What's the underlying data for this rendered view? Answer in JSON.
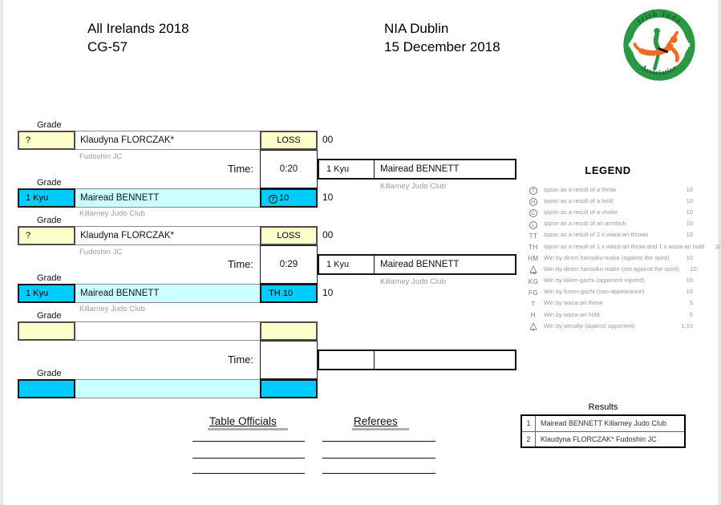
{
  "header": {
    "title_line1": "All Irelands 2018",
    "title_line2": "CG-57",
    "venue": "NIA Dublin",
    "date": "15 December 2018",
    "logo": {
      "top_text": "Irish Judo",
      "bottom_text": "Association"
    }
  },
  "labels": {
    "grade": "Grade",
    "time": "Time:"
  },
  "matches": [
    {
      "top": {
        "grade": "?",
        "name": "Klaudyna FLORCZAK*",
        "club": "Fudoshin JC",
        "result": {
          "symbol": "",
          "symbol_style": "none",
          "text": "LOSS"
        },
        "score": "00"
      },
      "time": "0:20",
      "winner": {
        "grade": "1 Kyu",
        "name": "Mairead BENNETT",
        "club": "Killarney Judo Club"
      },
      "bottom": {
        "grade": "1 Kyu",
        "name": "Mairead BENNETT",
        "club": "Killarney Judo Club",
        "result": {
          "symbol": "T",
          "symbol_style": "circle",
          "text": "10"
        },
        "score": "10"
      }
    },
    {
      "top": {
        "grade": "?",
        "name": "Klaudyna FLORCZAK*",
        "club": "Fudoshin JC",
        "result": {
          "symbol": "",
          "symbol_style": "none",
          "text": "LOSS"
        },
        "score": "00"
      },
      "time": "0:29",
      "winner": {
        "grade": "1 Kyu",
        "name": "Mairead BENNETT",
        "club": "Killarney Judo Club"
      },
      "bottom": {
        "grade": "1 Kyu",
        "name": "Mairead BENNETT",
        "club": "Killarney Judo Club",
        "result": {
          "symbol": "TH",
          "symbol_style": "plain",
          "text": "10"
        },
        "score": "10"
      }
    },
    {
      "top": {
        "grade": "",
        "name": "",
        "club": "",
        "result": {
          "symbol": "",
          "symbol_style": "none",
          "text": ""
        },
        "score": ""
      },
      "time": "",
      "winner": {
        "grade": "",
        "name": "",
        "club": ""
      },
      "bottom": {
        "grade": "",
        "name": "",
        "club": "",
        "result": {
          "symbol": "",
          "symbol_style": "none",
          "text": ""
        },
        "score": ""
      }
    }
  ],
  "legend": {
    "title": "LEGEND",
    "rows": [
      {
        "symbol": "T",
        "symbol_type": "circle",
        "description": "Ippon as a result of a throw",
        "points": "10"
      },
      {
        "symbol": "H",
        "symbol_type": "circle",
        "description": "Ippon as a result of a hold",
        "points": "10"
      },
      {
        "symbol": "C",
        "symbol_type": "circle",
        "description": "Ippon as a result of a choke",
        "points": "10"
      },
      {
        "symbol": "L",
        "symbol_type": "circle",
        "description": "Ippon as a result of an armlock",
        "points": "10"
      },
      {
        "symbol": "TT",
        "symbol_type": "text",
        "description": "Ippon as a result of 2 x waza-ari throws",
        "points": "10"
      },
      {
        "symbol": "TH",
        "symbol_type": "text",
        "description": "Ippon as a result of 1 x waza-ari throw and 1 x waza-ari hold",
        "points": "10"
      },
      {
        "symbol": "HM",
        "symbol_type": "text",
        "description": "Win by direct hansoku-make (against the spirit)",
        "points": "10"
      },
      {
        "symbol": "HM",
        "symbol_type": "triangle",
        "description": "Win by direct hansoku-make (not against the spirit)",
        "points": "10"
      },
      {
        "symbol": "KG",
        "symbol_type": "text",
        "description": "Win by kiken-gachi (opponent injured)",
        "points": "10"
      },
      {
        "symbol": "FG",
        "symbol_type": "text",
        "description": "Win by fusen-gachi (non-appearance)",
        "points": "10"
      },
      {
        "symbol": "T",
        "symbol_type": "text",
        "description": "Win by waza-ari throw",
        "points": "5"
      },
      {
        "symbol": "H",
        "symbol_type": "text",
        "description": "Win by waza-ari hold",
        "points": "5"
      },
      {
        "symbol": "P",
        "symbol_type": "triangle",
        "description": "Win by penalty (against opponent)",
        "points": "1,10"
      }
    ]
  },
  "results": {
    "title": "Results",
    "rows": [
      {
        "rank": "1",
        "text": "Mairead BENNETT Killarney Judo Club"
      },
      {
        "rank": "2",
        "text": "Klaudyna FLORCZAK* Fudoshin JC"
      }
    ]
  },
  "officials": {
    "table_officials_label": "Table Officials",
    "referees_label": "Referees",
    "line_count": 3
  },
  "colors": {
    "cream": "#FFFFCC",
    "cyan": "#00CCFF",
    "light_cyan": "#CCFFFF",
    "logo_green": "#2b9846",
    "logo_orange": "#f26a21"
  }
}
